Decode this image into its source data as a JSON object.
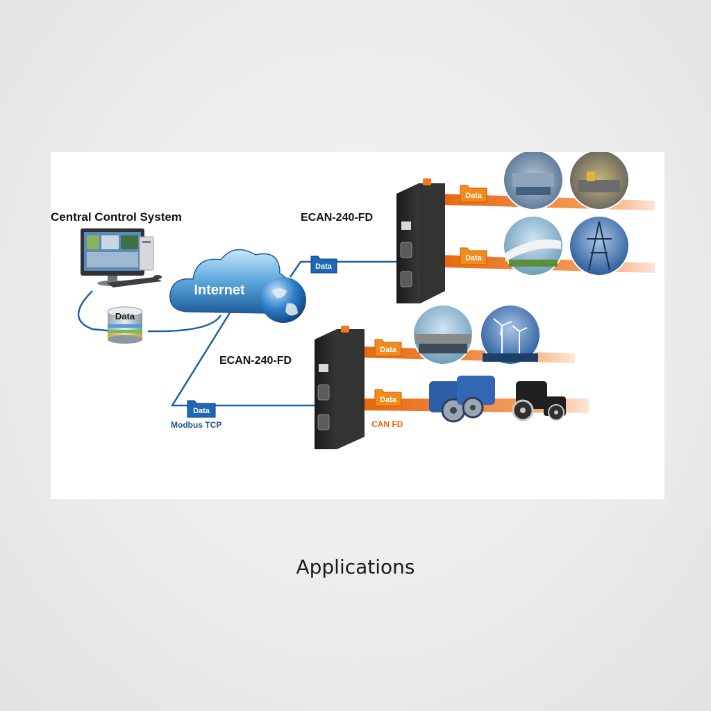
{
  "diagram": {
    "central_label": "Central Control System",
    "internet_label": "Internet",
    "database_label": "Data",
    "device_label": "ECAN-240-FD",
    "data_tag": "Data",
    "protocol_label": "Modbus TCP",
    "bus_label": "CAN FD",
    "colors": {
      "line_blue": "#1f5f9f",
      "bus_orange": "#f07a1a",
      "tag_orange": "#f38a1c",
      "tag_blue": "#1d67b6",
      "device": "#2b2b2b"
    }
  },
  "caption": "Applications"
}
